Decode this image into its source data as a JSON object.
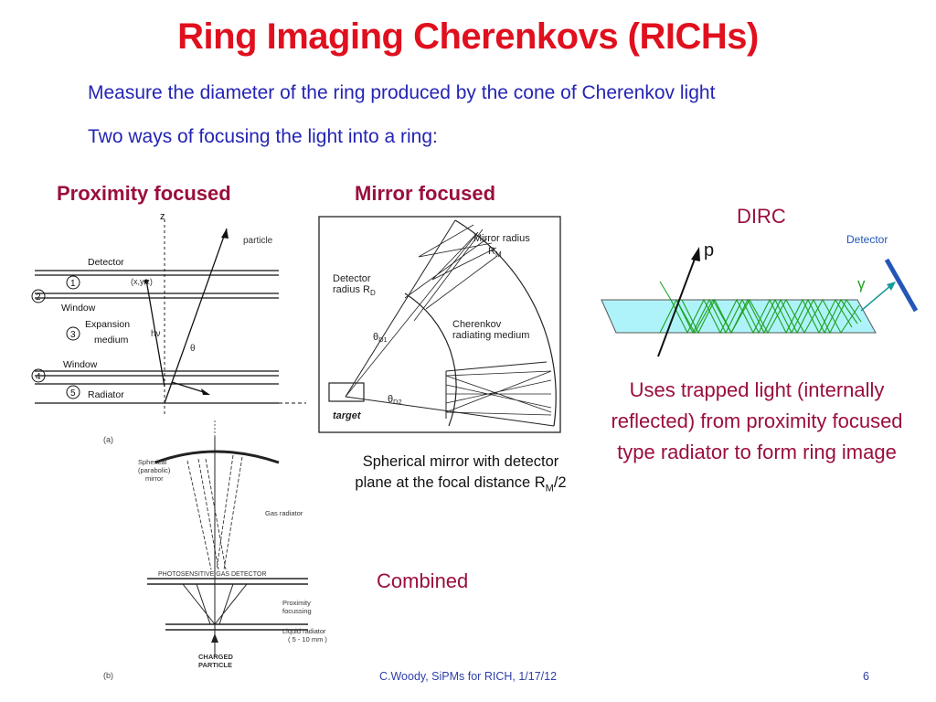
{
  "title": "Ring Imaging Cherenkovs (RICHs)",
  "bullets": [
    "Measure the diameter of the ring produced by the cone of Cherenkov light",
    "Two ways of focusing the light into a ring:"
  ],
  "sections": {
    "proximity": "Proximity focused",
    "mirror": "Mirror focused",
    "dirc": "DIRC",
    "combined": "Combined"
  },
  "proximity_diagram": {
    "z_label": "z",
    "particle_label": "particle",
    "hv_label": "hν",
    "theta_label": "θ",
    "xyz_label": "(x,y,z)",
    "layers": [
      "Detector",
      "Window",
      "Expansion",
      "medium",
      "Window",
      "Radiator"
    ],
    "numbers": [
      "1",
      "2",
      "3",
      "4",
      "5"
    ]
  },
  "mirror_diagram": {
    "mirror_radius": "Mirror radius",
    "rm": "R",
    "rm_sub": "M",
    "detector_radius": "Detector",
    "detector_radius2": "radius R",
    "rd_sub": "D",
    "theta_d1": "θ",
    "theta_d1_sub": "D1",
    "theta_d2": "θ",
    "theta_d2_sub": "D2",
    "target": "target",
    "medium1": "Cherenkov",
    "medium2": "radiating medium"
  },
  "mirror_caption": {
    "line1": "Spherical mirror with detector",
    "line2": "plane at the focal distance R",
    "sub": "M",
    "suffix": "/2"
  },
  "dirc_diagram": {
    "p_label": "p",
    "detector_label": "Detector",
    "gamma_label": "γ"
  },
  "dirc_caption": [
    "Uses trapped light (internally",
    "reflected) from proximity focused",
    "type radiator to form ring image"
  ],
  "combined_diagram": {
    "a_label": "(a)",
    "b_label": "(b)",
    "mirror_label": [
      "Spherical",
      "(parabolic)",
      "mirror"
    ],
    "gas_label": "Gas radiator",
    "photo_label": "PHOTOSENSITIVE GAS DETECTOR",
    "prox_label": [
      "Proximity",
      "focussing"
    ],
    "liquid_label": [
      "Liquid radiator",
      "( 5 - 10 mm )"
    ],
    "charged_label": [
      "CHARGED",
      "PARTICLE"
    ]
  },
  "footer": {
    "credit": "C.Woody, SiPMs for RICH, 1/17/12",
    "page": "6"
  },
  "colors": {
    "title": "#e0101e",
    "bullet": "#2424b4",
    "section": "#9a0f3c",
    "dirc_bar": "#aef3f9",
    "dirc_rays": "#1fa01f",
    "dirc_detector": "#2456b8"
  }
}
